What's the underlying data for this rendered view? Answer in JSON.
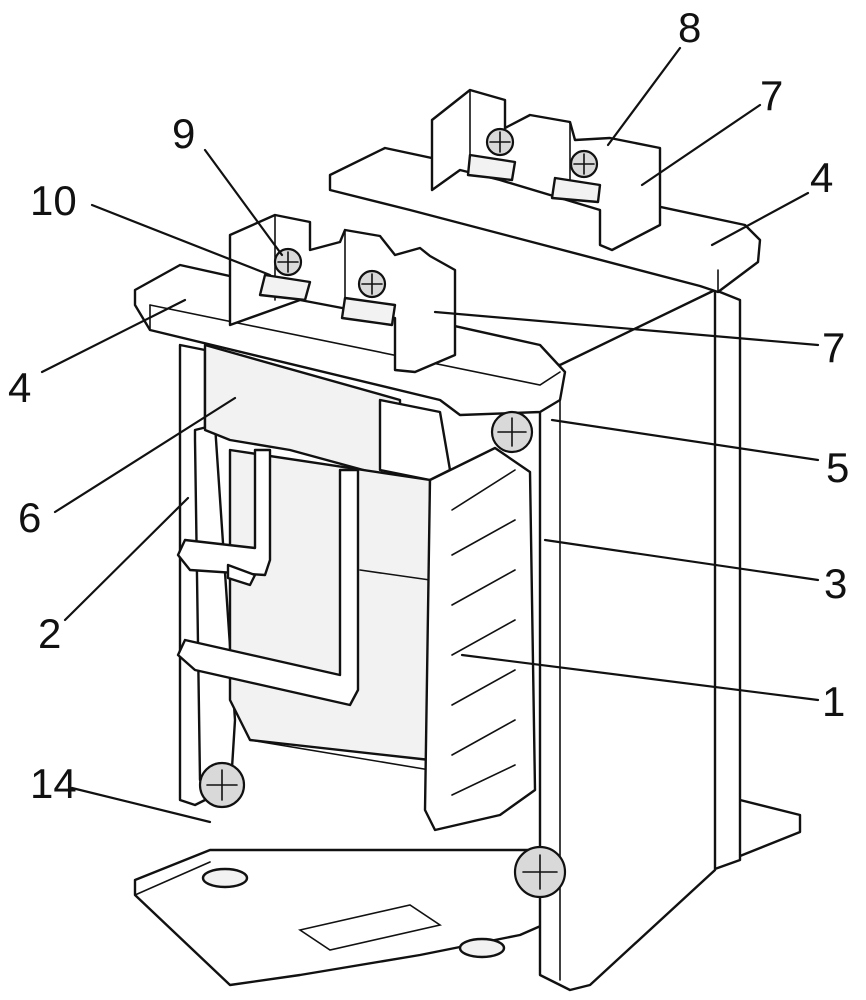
{
  "figure": {
    "callouts": [
      {
        "id": "c8",
        "text": "8"
      },
      {
        "id": "c7a",
        "text": "7"
      },
      {
        "id": "c4a",
        "text": "4"
      },
      {
        "id": "c9",
        "text": "9"
      },
      {
        "id": "c10",
        "text": "10"
      },
      {
        "id": "c4b",
        "text": "4"
      },
      {
        "id": "c7b",
        "text": "7"
      },
      {
        "id": "c5",
        "text": "5"
      },
      {
        "id": "c6",
        "text": "6"
      },
      {
        "id": "c3",
        "text": "3"
      },
      {
        "id": "c2",
        "text": "2"
      },
      {
        "id": "c1",
        "text": "1"
      },
      {
        "id": "c14",
        "text": "14"
      }
    ]
  }
}
